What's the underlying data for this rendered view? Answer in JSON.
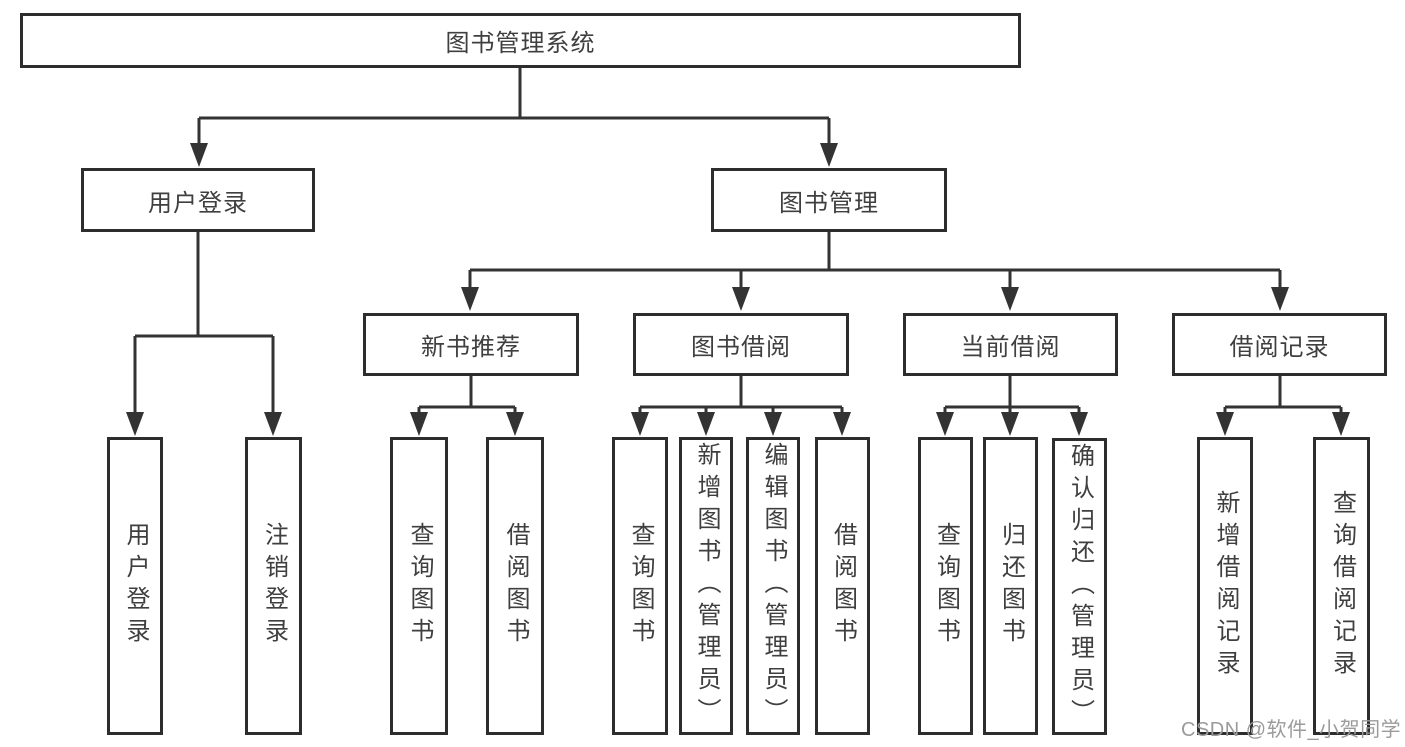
{
  "diagram": {
    "title": "图书管理系统",
    "tree": {
      "root": {
        "label": "图书管理系统"
      },
      "level2": [
        {
          "label": "用户登录",
          "leaves": [
            {
              "label": "用户登录"
            },
            {
              "label": "注销登录"
            }
          ]
        },
        {
          "label": "图书管理",
          "groups": [
            {
              "label": "新书推荐",
              "leaves": [
                {
                  "label": "查询图书"
                },
                {
                  "label": "借阅图书"
                }
              ]
            },
            {
              "label": "图书借阅",
              "leaves": [
                {
                  "label": "查询图书"
                },
                {
                  "label": "新增图书（管理员）"
                },
                {
                  "label": "编辑图书（管理员）"
                },
                {
                  "label": "借阅图书"
                }
              ]
            },
            {
              "label": "当前借阅",
              "leaves": [
                {
                  "label": "查询图书"
                },
                {
                  "label": "归还图书"
                },
                {
                  "label": "确认归还（管理员）"
                }
              ]
            },
            {
              "label": "借阅记录",
              "leaves": [
                {
                  "label": "新增借阅记录"
                },
                {
                  "label": "查询借阅记录"
                }
              ]
            }
          ]
        }
      ]
    },
    "colors": {
      "line": "#333333",
      "box_border": "#2d2d2d",
      "text": "#3f3f3f",
      "watermark": "#9b9b9b",
      "background": "#ffffff"
    }
  },
  "watermark": {
    "text": "CSDN @软件_小贺同学"
  }
}
